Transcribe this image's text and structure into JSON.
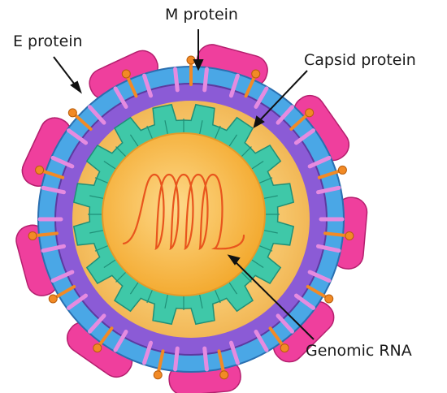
{
  "labels": {
    "e_protein": "E protein",
    "m_protein": "M protein",
    "capsid_protein": "Capsid protein",
    "genomic_rna": "Genomic RNA"
  },
  "colors": {
    "background": "#ffffff",
    "e_protein": "#ef3f9d",
    "m_protein": "#f28a25",
    "membrane_outer": "#4aa7e6",
    "membrane_inner": "#8b5bd6",
    "lipid_linker": "#e58be0",
    "matrix": "#f6c56a",
    "capsid": "#3fc8a8",
    "core": "#f9b23e",
    "rna": "#e8551d",
    "label_text": "#1a1a1a"
  }
}
